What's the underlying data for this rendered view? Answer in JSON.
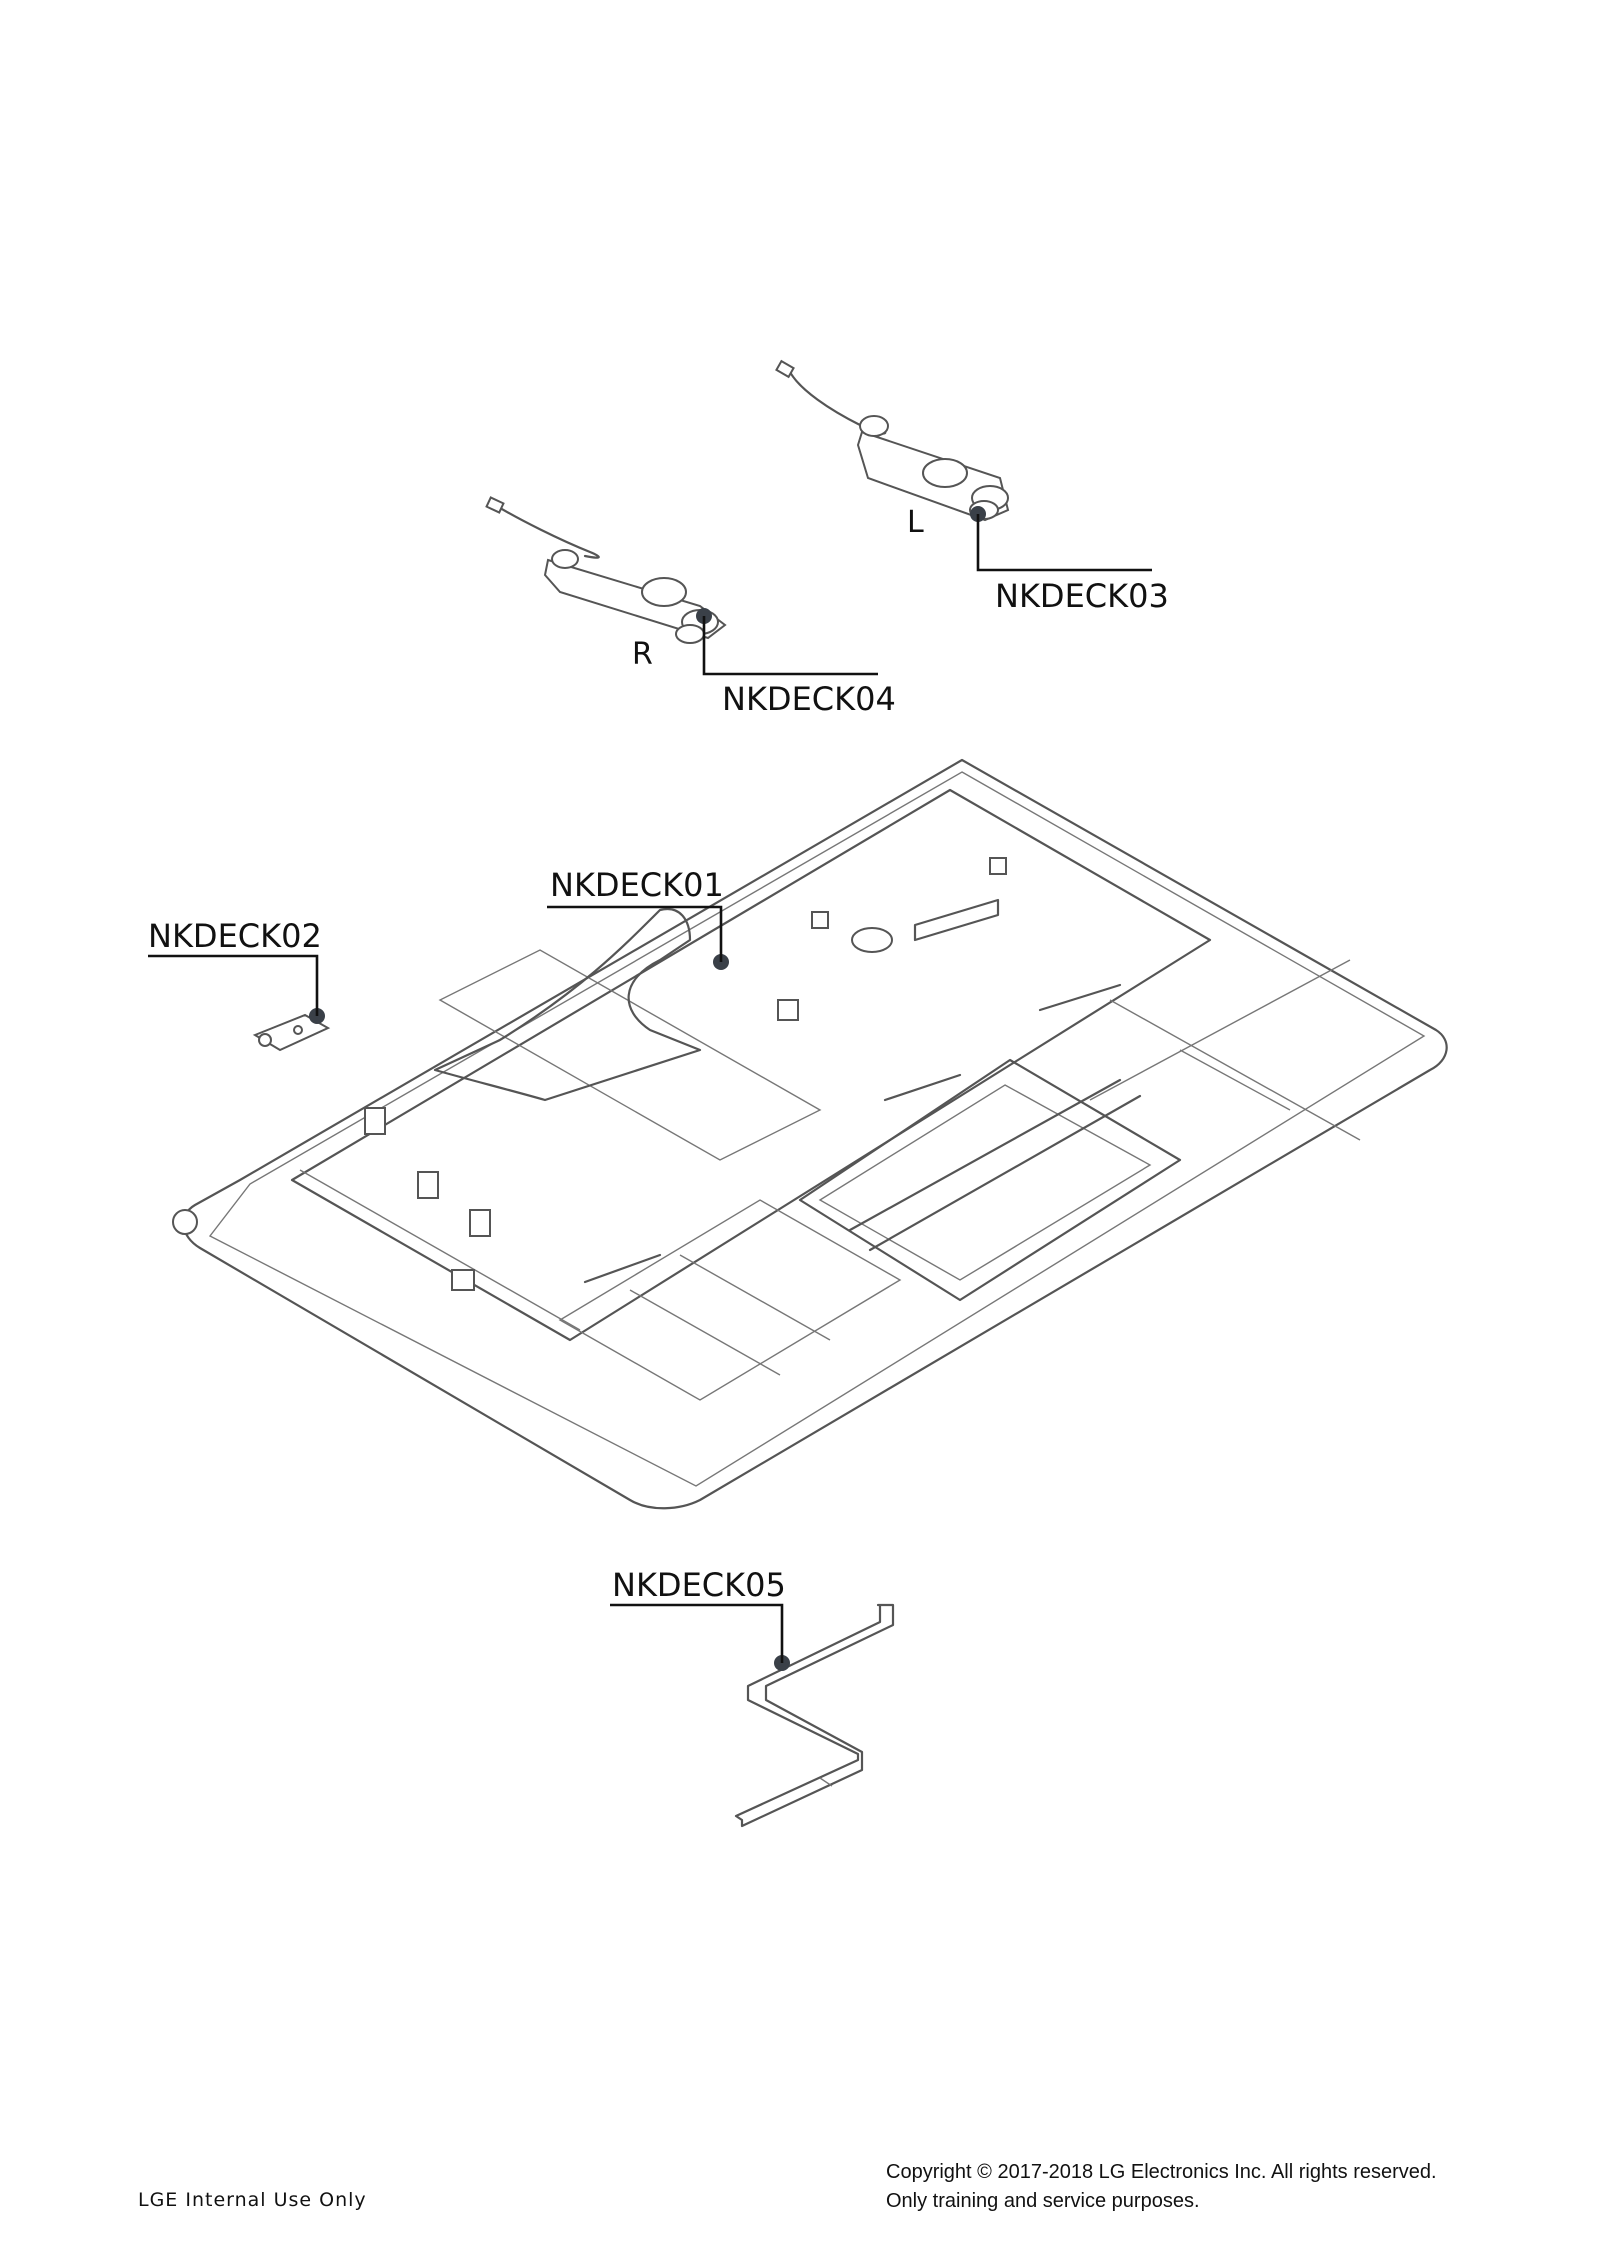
{
  "callouts": {
    "deck01": "NKDECK01",
    "deck02": "NKDECK02",
    "deck03": "NKDECK03",
    "deck04": "NKDECK04",
    "deck05": "NKDECK05"
  },
  "side_marks": {
    "left": "L",
    "right": "R"
  },
  "footer": {
    "internal": "LGE Internal Use Only",
    "copyright": "Copyright © 2017-2018 LG Electronics Inc. All rights reserved.",
    "purpose": "Only training and service purposes."
  }
}
